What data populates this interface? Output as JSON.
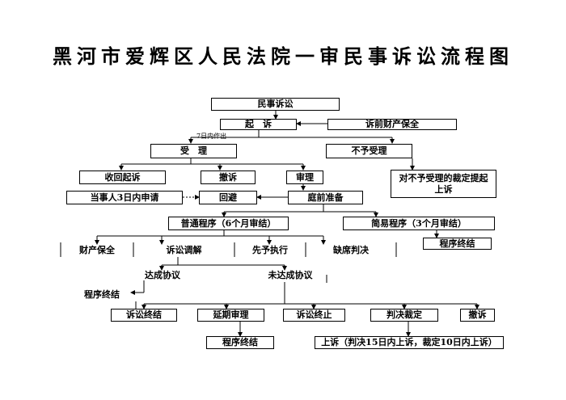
{
  "title": "黑河市爱辉区人民法院一审民事诉讼流程图",
  "nodes": {
    "civil_litigation": "民事诉讼",
    "filing": "起　诉",
    "pre_suit_preservation": "诉前财产保全",
    "acceptance": "受　理",
    "not_accepted": "不予受理",
    "withdraw_suit": "收回起诉",
    "withdrawal": "撤诉",
    "review": "审理",
    "appeal_not_accepted": "对不予受理的裁定提起上诉",
    "party_apply_3days": "当事人3日内申请",
    "recusal": "回避",
    "pretrial_prep": "庭前准备",
    "ordinary_procedure": "普通程序（6个月审结）",
    "simple_procedure": "简易程序（3个月审结）",
    "procedure_end_simple": "程序终结",
    "property_preservation": "财产保全",
    "mediation": "诉讼调解",
    "advance_execution": "先予执行",
    "default_judgment": "缺席判决",
    "agreement_reached": "达成协议",
    "agreement_not_reached": "未达成协议",
    "procedure_end_left": "程序终结",
    "litigation_end": "诉讼终结",
    "postponed_trial": "延期审理",
    "litigation_terminated": "诉讼终止",
    "judgment_ruling": "判决裁定",
    "withdrawal_final": "撤诉",
    "procedure_end_bottom": "程序终结",
    "appeal": "上诉（判决15日内上诉，裁定10日内上诉）"
  },
  "labels": {
    "seven_days": "7日内作出",
    "mark": "*"
  }
}
